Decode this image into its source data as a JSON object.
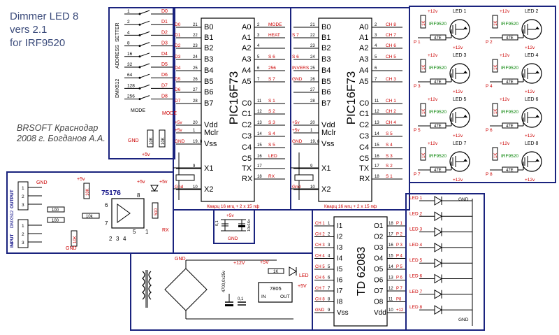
{
  "title": {
    "line1": "Dimmer LED 8",
    "line2": "vers 2.1",
    "line3": "for  IRF9520"
  },
  "author": {
    "line1": "BRSOFT Краснодар",
    "line2": "2008 г. Богданов А.А."
  },
  "dip_switch": {
    "group_labels": [
      "SETTER",
      "ADDRESS",
      "DMX512"
    ],
    "values": [
      "1",
      "2",
      "4",
      "8",
      "16",
      "32",
      "64",
      "128",
      "256"
    ],
    "outputs": [
      "D0",
      "D1",
      "D2",
      "D3",
      "D4",
      "D5",
      "D6",
      "D7",
      "D8"
    ],
    "mode_label": "MODE",
    "mode_out": "MODE",
    "resistors": [
      "10K",
      "10K"
    ],
    "gnd": "GND",
    "vcc": "+5v"
  },
  "mcu1": {
    "name": "PIC16F73",
    "left_pins": [
      "B0",
      "B1",
      "B2",
      "B3",
      "B4",
      "B5",
      "B6",
      "B7",
      "Vdd",
      "Mclr",
      "Vss",
      "X1",
      "X2"
    ],
    "left_nums": [
      "21",
      "22",
      "23",
      "24",
      "25",
      "26",
      "27",
      "28",
      "20",
      "1",
      "19, 8",
      "9",
      "10"
    ],
    "left_nets": [
      "D0",
      "D1",
      "D2",
      "D3",
      "D4",
      "D5",
      "D6",
      "D7",
      "+5v",
      "+5v",
      "GND",
      "",
      "Gnd"
    ],
    "right_pins": [
      "A0",
      "A1",
      "A2",
      "A3",
      "A4",
      "A5",
      "C0",
      "C1",
      "C2",
      "C3",
      "C4",
      "C5",
      "TX",
      "RX"
    ],
    "right_nums": [
      "2",
      "3",
      "4",
      "5",
      "6",
      "7",
      "11",
      "12",
      "13",
      "14",
      "15",
      "16",
      "17",
      "18"
    ],
    "right_nets": [
      "MODE",
      "HEAT",
      "",
      "S 6",
      "256",
      "S 7",
      "S 1",
      "S 2",
      "S 3",
      "S 4",
      "S 5",
      "LED",
      "",
      "RX"
    ],
    "crystal_note": "Кварц 16 мгц   + 2 x 15 пф"
  },
  "mcu2": {
    "name": "PIC16F73",
    "left_pins": [
      "B0",
      "B1",
      "B2",
      "B3",
      "B4",
      "B5",
      "B6",
      "B7",
      "Vdd",
      "Mclr",
      "Vss",
      "X1",
      "X2"
    ],
    "left_nums": [
      "21",
      "22",
      "23",
      "24",
      "25",
      "26",
      "27",
      "28",
      "20",
      "1",
      "19, 8",
      "9",
      "10"
    ],
    "left_nets": [
      "",
      "S 7",
      "",
      "S 6",
      "INVERS",
      "GND",
      "",
      "",
      "+5v",
      "+5v",
      "GND",
      "",
      "Gnd"
    ],
    "right_pins": [
      "A0",
      "A1",
      "A2",
      "A3",
      "A4",
      "A5",
      "C0",
      "C1",
      "C2",
      "C3",
      "C4",
      "C5",
      "TX",
      "RX"
    ],
    "right_nums": [
      "2",
      "3",
      "4",
      "5",
      "6",
      "7",
      "11",
      "12",
      "13",
      "14",
      "15",
      "16",
      "17",
      "18"
    ],
    "right_nets": [
      "CH 8",
      "CH 7",
      "CH 6",
      "CH 5",
      "",
      "CH 3",
      "CH 1",
      "CH 2",
      "CH 4",
      "S 5",
      "S 4",
      "S 3",
      "S 2",
      "S 1"
    ],
    "crystal_note": "Кварц 16 мгц   + 2 x 15 пф"
  },
  "decoupling": {
    "vcc": "+5v",
    "c1": "0,1",
    "c2": "10x16v",
    "gnd": "GND"
  },
  "mosfets": {
    "items": [
      {
        "led": "LED 1",
        "p": "P 1"
      },
      {
        "led": "LED 2",
        "p": "P 2"
      },
      {
        "led": "LED 3",
        "p": "P 3"
      },
      {
        "led": "LED 4",
        "p": "P 4"
      },
      {
        "led": "LED 5",
        "p": "P 5"
      },
      {
        "led": "LED 6",
        "p": "P 6"
      },
      {
        "led": "LED 7",
        "p": "P 7"
      },
      {
        "led": "LED 8",
        "p": "P 8"
      }
    ],
    "vcc": "+12v",
    "part": "IRF9520",
    "r_gate": "1K",
    "r_series": "47E"
  },
  "dmx": {
    "output_label": "OUTPUT",
    "input_label": "INPUT",
    "dmx_label": "DMX512",
    "chip": "75176",
    "r100a": "100",
    "r100b": "100",
    "r10k": "10K",
    "r10k2": "10k",
    "r10k3": "10K",
    "r510": "510",
    "vcc": "+5v",
    "gnd": "GND",
    "rx": "RX",
    "pins": [
      "1",
      "2",
      "3",
      "4",
      "5",
      "6",
      "7",
      "8"
    ],
    "conn_pins": [
      "1",
      "2",
      "3",
      "1",
      "2",
      "3"
    ]
  },
  "power": {
    "cap_big": "4700,0x25v",
    "cap_small": "0,1",
    "reg": "7805",
    "reg_in": "IN",
    "reg_out": "OUT",
    "v12": "+12V",
    "v5": "+5V",
    "v5b": "+5V",
    "r1k": "1K",
    "led": "LED",
    "gnd": "GND"
  },
  "driver": {
    "name": "TD 62083",
    "inputs": [
      "I1",
      "I2",
      "I3",
      "I4",
      "I5",
      "I6",
      "I7",
      "I8",
      "Vss"
    ],
    "in_nums": [
      "1",
      "2",
      "3",
      "4",
      "5",
      "6",
      "7",
      "8",
      "9"
    ],
    "in_nets": [
      "CH 1",
      "CH 2",
      "CH 3",
      "CH 4",
      "CH 5",
      "CH 6",
      "CH 7",
      "CH 8",
      "GND"
    ],
    "outputs": [
      "O1",
      "O2",
      "O3",
      "O4",
      "O5",
      "O6",
      "O7",
      "O8",
      "Vdd"
    ],
    "out_nums": [
      "18",
      "17",
      "16",
      "15",
      "14",
      "13",
      "12",
      "11",
      "10"
    ],
    "out_nets": [
      "P 1",
      "P 2",
      "P 3",
      "P 4",
      "P 5",
      "P 6",
      "P 7",
      "P8",
      "+12"
    ]
  },
  "leds": {
    "items": [
      "LED 1",
      "LED 2",
      "LED 3",
      "LED 4",
      "LED 5",
      "LED 6",
      "LED 7",
      "LED 8"
    ],
    "gnd": "GND"
  }
}
